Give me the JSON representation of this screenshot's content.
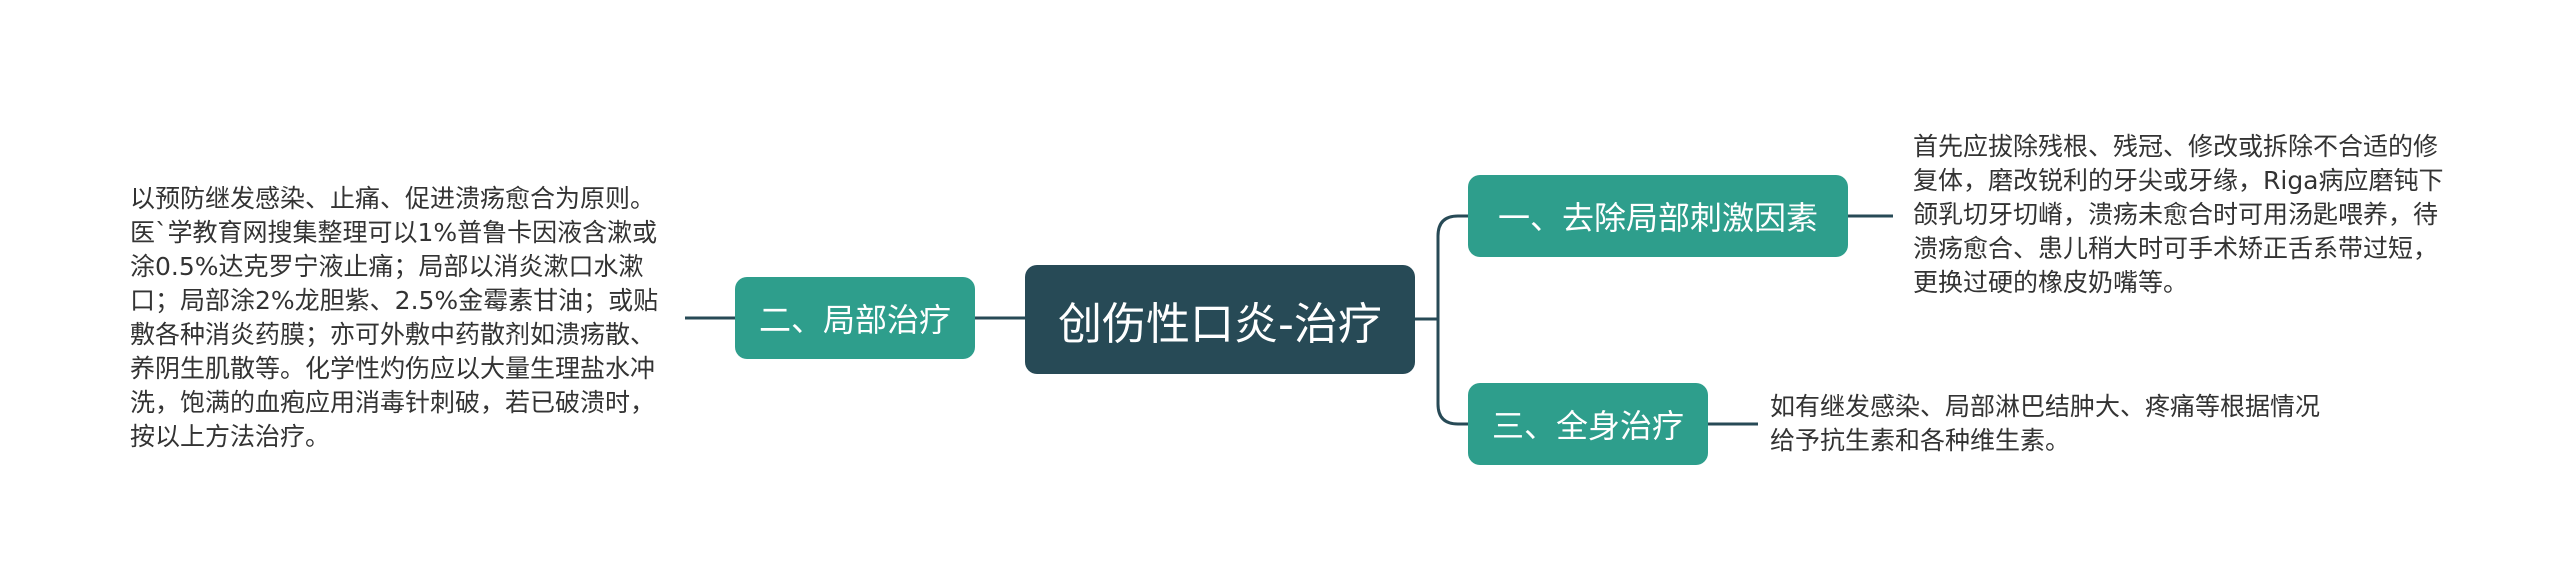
{
  "root": {
    "label": "创伤性口炎-治疗"
  },
  "branches": [
    {
      "label": "一、去除局部刺激因素",
      "detail": "首先应拔除残根、残冠、修改或拆除不合适的修复体，磨改锐利的牙尖或牙缘，Riga病应磨钝下颌乳切牙切嵴，溃疡未愈合时可用汤匙喂养，待溃疡愈合、患儿稍大时可手术矫正舌系带过短，更换过硬的橡皮奶嘴等。"
    },
    {
      "label": "二、局部治疗",
      "detail": "以预防继发感染、止痛、促进溃疡愈合为原则。医`学教育网搜集整理可以1%普鲁卡因液含漱或涂0.5%达克罗宁液止痛；局部以消炎漱口水漱口；局部涂2%龙胆紫、2.5%金霉素甘油；或贴敷各种消炎药膜；亦可外敷中药散剂如溃疡散、养阴生肌散等。化学性灼伤应以大量生理盐水冲洗，饱满的血疱应用消毒针刺破，若已破溃时，按以上方法治疗。"
    },
    {
      "label": "三、全身治疗",
      "detail": "如有继发感染、局部淋巴结肿大、疼痛等根据情况给予抗生素和各种维生素。"
    }
  ],
  "colors": {
    "root": "#274a56",
    "branch": "#2e9e8c",
    "line": "#274a56",
    "text": "#333333"
  }
}
